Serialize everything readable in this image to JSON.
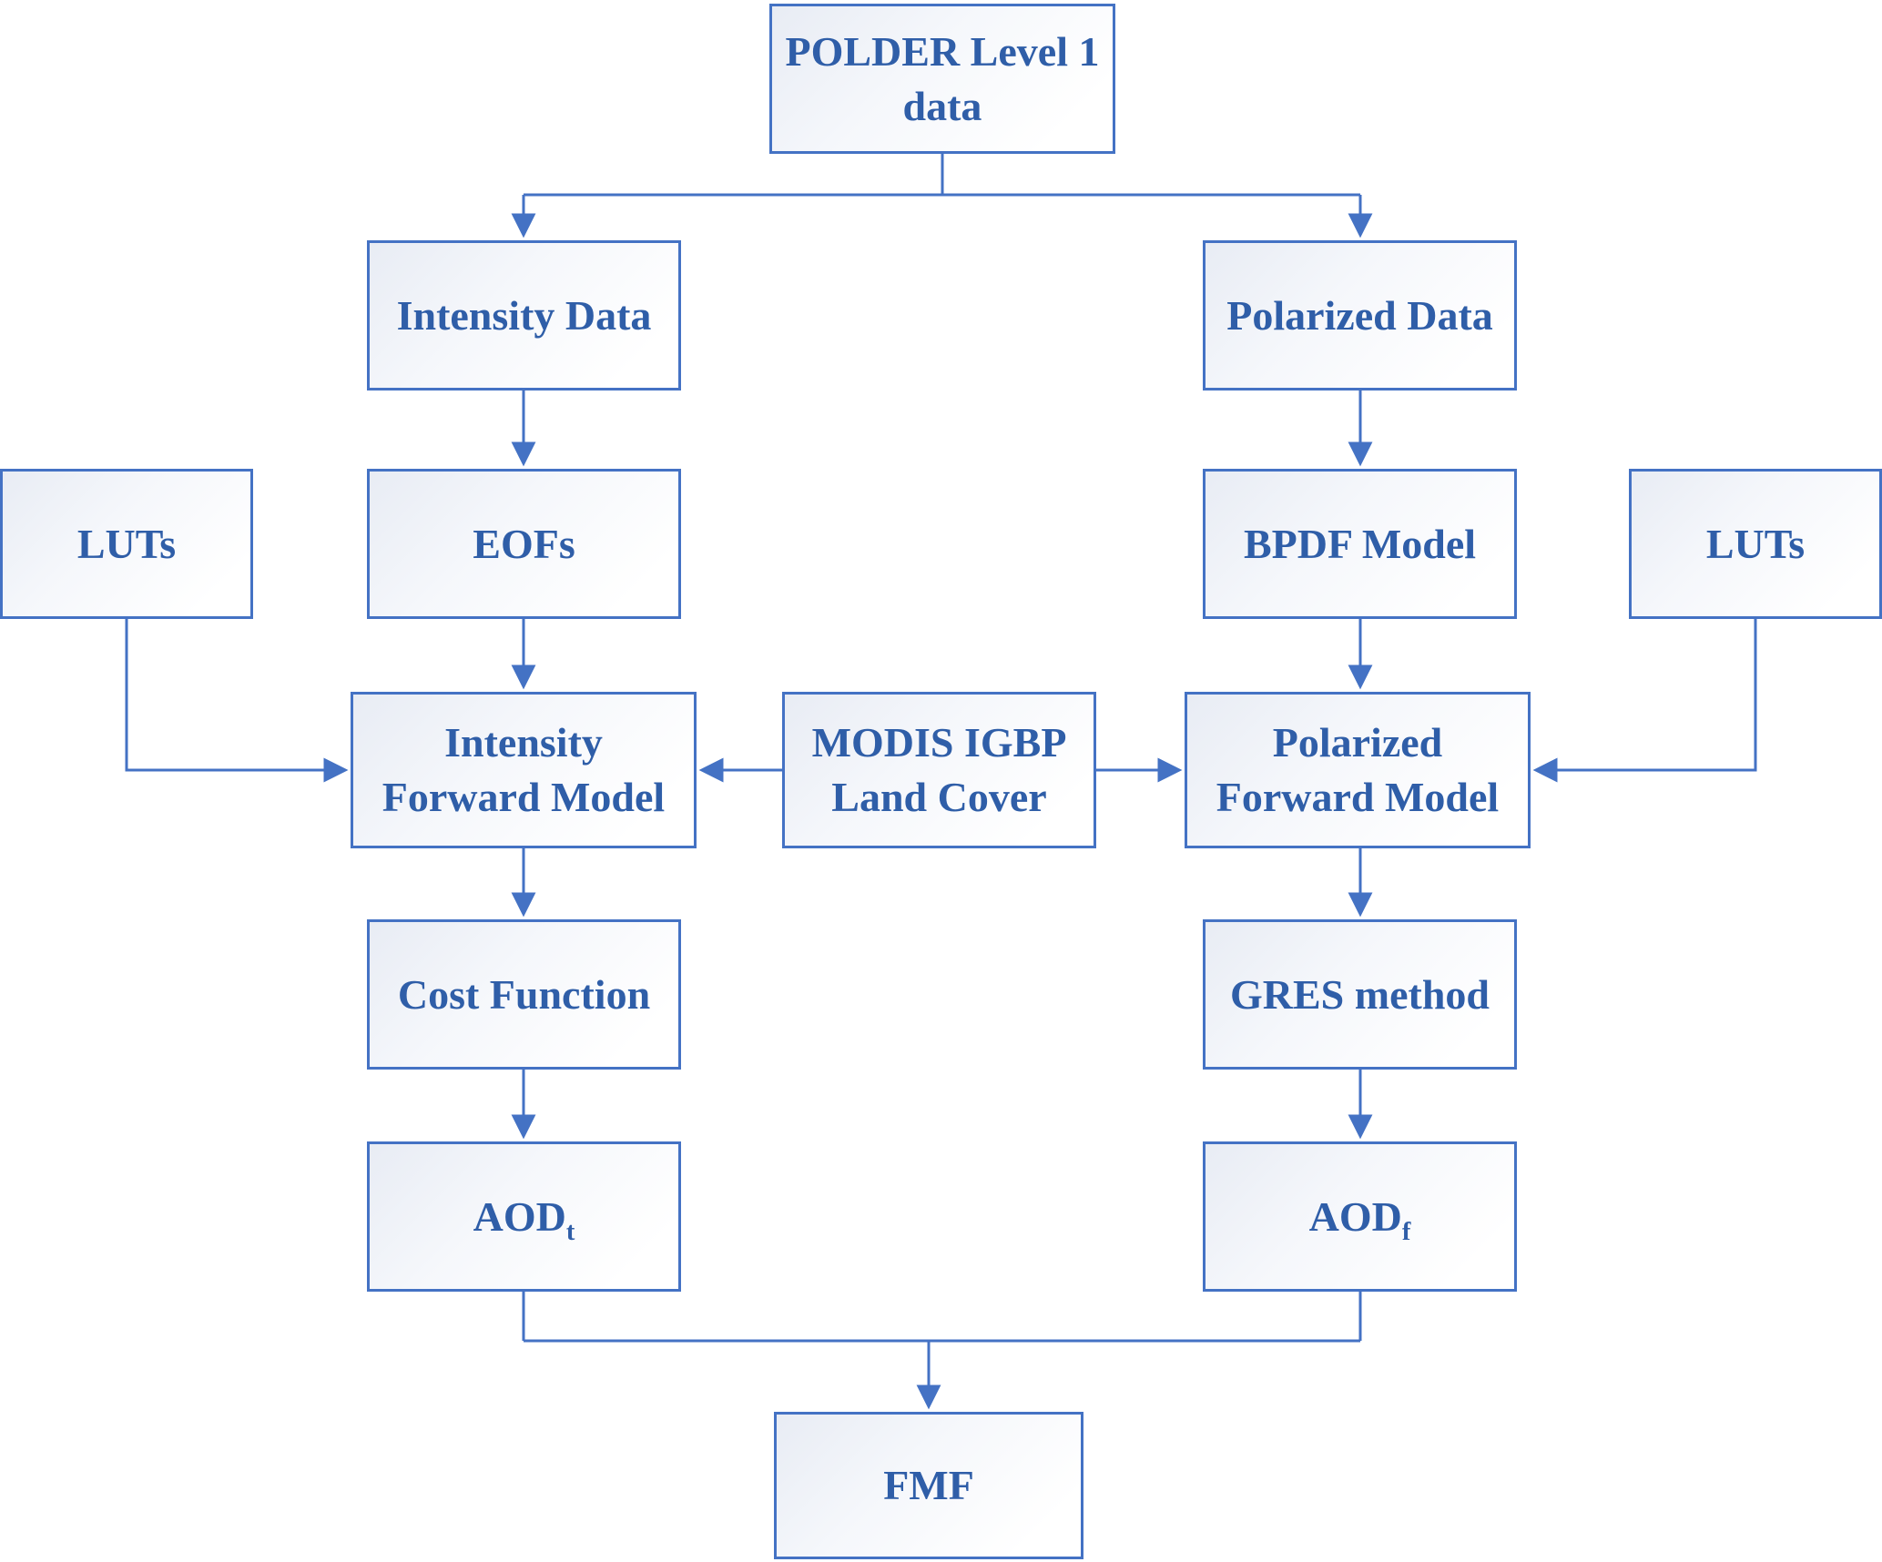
{
  "diagram": {
    "type": "flowchart",
    "colors": {
      "line": "#4472c4",
      "text": "#2f5ea8",
      "box_fill_top": "#e8ecf4",
      "box_fill_bottom": "#ffffff"
    },
    "nodes": {
      "polder": {
        "line1": "POLDER Level 1",
        "line2": "data"
      },
      "intensity_data": {
        "label": "Intensity Data"
      },
      "polarized_data": {
        "label": "Polarized Data"
      },
      "luts_left": {
        "label": "LUTs"
      },
      "eofs": {
        "label": "EOFs"
      },
      "bpdf": {
        "label": "BPDF Model"
      },
      "luts_right": {
        "label": "LUTs"
      },
      "ifm": {
        "line1": "Intensity",
        "line2": "Forward Model"
      },
      "modis": {
        "line1": "MODIS IGBP",
        "line2": "Land Cover"
      },
      "pfm": {
        "line1": "Polarized",
        "line2": "Forward Model"
      },
      "cost": {
        "label": "Cost Function"
      },
      "gres": {
        "label": "GRES method"
      },
      "aod_t": {
        "label": "AOD",
        "sub": "t"
      },
      "aod_f": {
        "label": "AOD",
        "sub": "f"
      },
      "fmf": {
        "label": "FMF"
      }
    }
  }
}
